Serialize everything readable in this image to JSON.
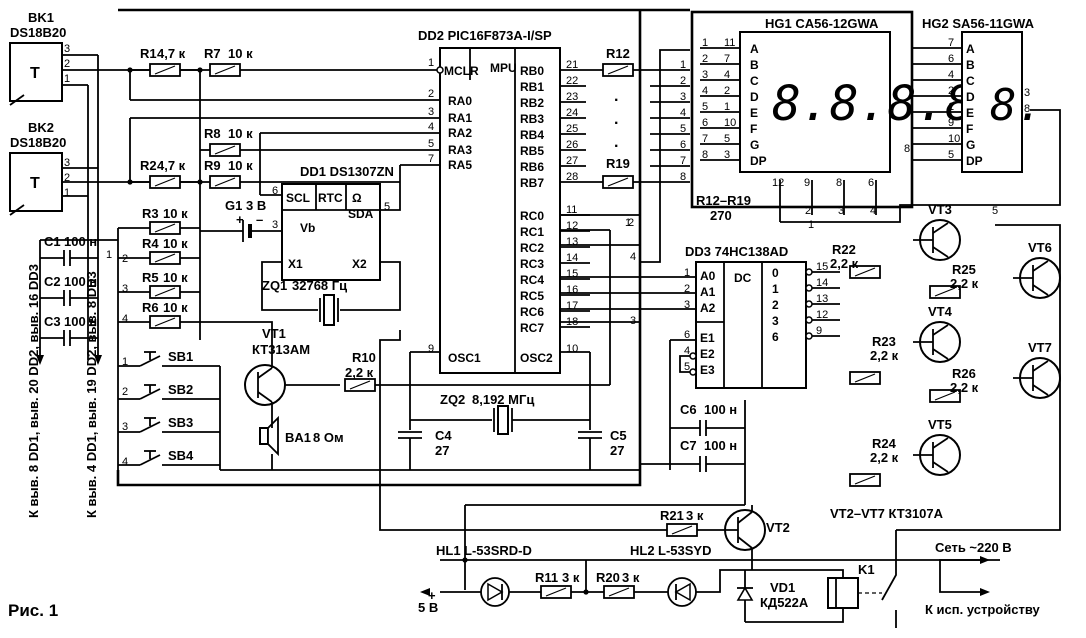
{
  "figure_caption": "Рис. 1",
  "sensors": [
    {
      "ref": "BK1",
      "part": "DS18B20",
      "symbol": "T"
    },
    {
      "ref": "BK2",
      "part": "DS18B20",
      "symbol": "T"
    }
  ],
  "resistors": [
    {
      "ref": "R1",
      "value": "4,7 к"
    },
    {
      "ref": "R7",
      "value": "10 к"
    },
    {
      "ref": "R8",
      "value": "10 к"
    },
    {
      "ref": "R2",
      "value": "4,7 к"
    },
    {
      "ref": "R9",
      "value": "10 к"
    },
    {
      "ref": "R3",
      "value": "10 к"
    },
    {
      "ref": "R4",
      "value": "10 к"
    },
    {
      "ref": "R5",
      "value": "10 к"
    },
    {
      "ref": "R6",
      "value": "10 к"
    },
    {
      "ref": "R10",
      "value": "2,2 к"
    },
    {
      "ref": "R12",
      "value": ""
    },
    {
      "ref": "R19",
      "value": ""
    },
    {
      "ref": "R22",
      "value": "2,2 к"
    },
    {
      "ref": "R25",
      "value": "2,2 к"
    },
    {
      "ref": "R23",
      "value": "2,2 к"
    },
    {
      "ref": "R26",
      "value": "2,2 к"
    },
    {
      "ref": "R24",
      "value": "2,2 к"
    },
    {
      "ref": "R21",
      "value": "3 к"
    },
    {
      "ref": "R11",
      "value": "3 к"
    },
    {
      "ref": "R20",
      "value": "3 к"
    }
  ],
  "resistor_group_note": {
    "refs": "R12–R19",
    "value": "270"
  },
  "capacitors": [
    {
      "ref": "C1",
      "value": "100 н"
    },
    {
      "ref": "C2",
      "value": "100 н"
    },
    {
      "ref": "C3",
      "value": "100 н"
    },
    {
      "ref": "C4",
      "value": "27"
    },
    {
      "ref": "C5",
      "value": "27"
    },
    {
      "ref": "C6",
      "value": "100 н"
    },
    {
      "ref": "C7",
      "value": "100 н"
    }
  ],
  "mcu": {
    "ref": "DD2 PIC16F873A-I/SP",
    "core": "MPU",
    "left_pins": [
      {
        "n": "1",
        "name": "MCLR"
      },
      {
        "n": "2",
        "name": "RA0"
      },
      {
        "n": "3",
        "name": "RA1"
      },
      {
        "n": "4",
        "name": "RA2"
      },
      {
        "n": "5",
        "name": "RA3"
      },
      {
        "n": "7",
        "name": "RA5"
      }
    ],
    "right_top_pins": [
      {
        "n": "21",
        "name": "RB0"
      },
      {
        "n": "22",
        "name": "RB1"
      },
      {
        "n": "23",
        "name": "RB2"
      },
      {
        "n": "24",
        "name": "RB3"
      },
      {
        "n": "25",
        "name": "RB4"
      },
      {
        "n": "26",
        "name": "RB5"
      },
      {
        "n": "27",
        "name": "RB6"
      },
      {
        "n": "28",
        "name": "RB7"
      }
    ],
    "right_bottom_pins": [
      {
        "n": "11",
        "name": "RC0"
      },
      {
        "n": "12",
        "name": "RC1"
      },
      {
        "n": "13",
        "name": "RC2"
      },
      {
        "n": "14",
        "name": "RC3"
      },
      {
        "n": "15",
        "name": "RC4"
      },
      {
        "n": "16",
        "name": "RC5"
      },
      {
        "n": "17",
        "name": "RC6"
      },
      {
        "n": "18",
        "name": "RC7"
      }
    ],
    "osc1": {
      "n": "9",
      "name": "OSC1"
    },
    "osc2": {
      "n": "10",
      "name": "OSC2"
    }
  },
  "rtc": {
    "ref": "DD1 DS1307ZN",
    "core": "RTC",
    "scl": "SCL",
    "sda": "SDA",
    "vb": "Vb",
    "x1": "X1",
    "x2": "X2",
    "osc": "Ω",
    "pins": {
      "scl": "6",
      "sda": "5",
      "vb": "3"
    }
  },
  "battery": {
    "ref": "G1",
    "value": "3 В",
    "plus": "+",
    "minus": "–"
  },
  "quartz": [
    {
      "ref": "ZQ1",
      "value": "32768 Гц"
    },
    {
      "ref": "ZQ2",
      "value": "8,192 МГц"
    }
  ],
  "decoder": {
    "ref": "DD3 74HC138AD",
    "core": "DC",
    "inputs": [
      {
        "n": "1",
        "name": "A0"
      },
      {
        "n": "2",
        "name": "A1"
      },
      {
        "n": "3",
        "name": "A2"
      }
    ],
    "enables": [
      {
        "n": "6",
        "name": "E1"
      },
      {
        "n": "4",
        "name": "E2"
      },
      {
        "n": "5",
        "name": "E3"
      }
    ],
    "outputs": [
      {
        "n": "15",
        "name": "0"
      },
      {
        "n": "14",
        "name": "1"
      },
      {
        "n": "13",
        "name": "2"
      },
      {
        "n": "12",
        "name": "3"
      },
      {
        "n": "9",
        "name": "6"
      }
    ]
  },
  "display1": {
    "ref": "HG1 CA56-12GWA",
    "digits": "8.8.8.8.",
    "segments": [
      "A",
      "B",
      "C",
      "D",
      "E",
      "F",
      "G",
      "DP"
    ],
    "seg_pins": [
      "11",
      "7",
      "4",
      "2",
      "1",
      "10",
      "5",
      "3"
    ],
    "left_pins": [
      "1",
      "2",
      "3",
      "4",
      "5",
      "6",
      "7",
      "8"
    ],
    "common_pins": [
      "12",
      "9",
      "8",
      "6"
    ]
  },
  "display2": {
    "ref": "HG2 SA56-11GWA",
    "digits": "8.",
    "segments": [
      "A",
      "B",
      "C",
      "D",
      "E",
      "F",
      "G",
      "DP"
    ],
    "seg_pins": [
      "7",
      "6",
      "4",
      "2",
      "1",
      "9",
      "10",
      "5"
    ],
    "left_pin": "8",
    "common_pins": [
      "3",
      "8"
    ]
  },
  "transistors": [
    {
      "ref": "VT1",
      "part": "КТ313АМ"
    },
    {
      "ref": "VT2",
      "part": ""
    },
    {
      "ref": "VT3",
      "part": ""
    },
    {
      "ref": "VT4",
      "part": ""
    },
    {
      "ref": "VT5",
      "part": ""
    },
    {
      "ref": "VT6",
      "part": ""
    },
    {
      "ref": "VT7",
      "part": ""
    }
  ],
  "transistor_note": "VT2–VT7 КТ3107А",
  "buttons": [
    "SB1",
    "SB2",
    "SB3",
    "SB4"
  ],
  "speaker": {
    "ref": "BA1",
    "value": "8 Ом"
  },
  "leds": [
    {
      "ref": "HL1",
      "part": "L-53SRD-D"
    },
    {
      "ref": "HL2",
      "part": "L-53SYD"
    }
  ],
  "diode": {
    "ref": "VD1",
    "part": "КД522А"
  },
  "relay": {
    "ref": "K1"
  },
  "power_label": "5 В",
  "mains_label": "Сеть ~220 В",
  "load_label": "К исп. устройству",
  "side_notes": [
    "К выв. 8 DD1, выв. 20 DD2, выв. 16 DD3",
    "К выв. 4 DD1, выв. 19 DD2, выв. 8 DD3"
  ],
  "numbers": [
    "1",
    "2",
    "3",
    "4",
    "5",
    "6",
    "7",
    "8"
  ]
}
